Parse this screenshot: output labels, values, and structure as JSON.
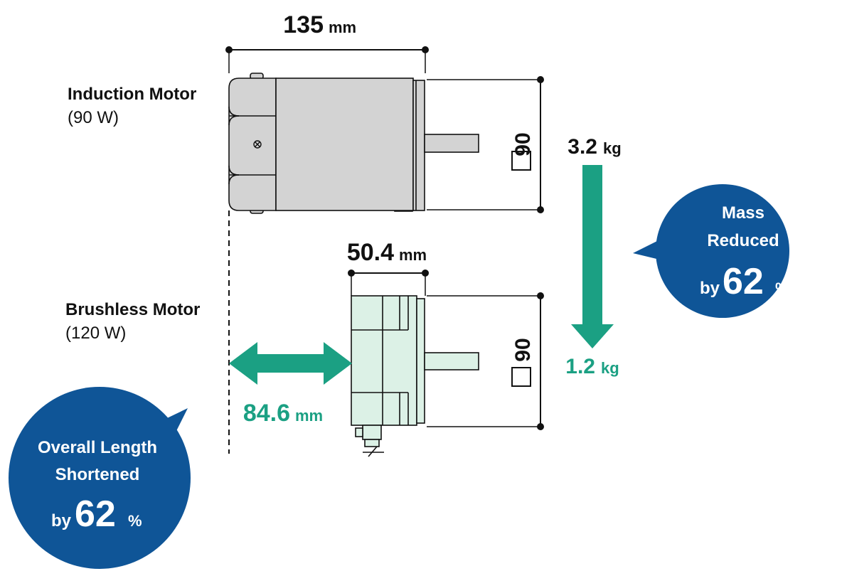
{
  "induction": {
    "name": "Induction Motor",
    "power": "(90 W)",
    "length_value": "135",
    "length_unit": "mm",
    "mass_value": "3.2",
    "mass_unit": "kg",
    "frame_size": "90"
  },
  "brushless": {
    "name": "Brushless Motor",
    "power": "(120 W)",
    "length_value": "50.4",
    "length_unit": "mm",
    "mass_value": "1.2",
    "mass_unit": "kg",
    "frame_size": "90"
  },
  "difference": {
    "value": "84.6",
    "unit": "mm"
  },
  "mass_callout": {
    "line1": "Mass",
    "line2": "Reduced",
    "prefix": "by",
    "percent": "62",
    "percent_sign": "%"
  },
  "length_callout": {
    "line1": "Overall Length",
    "line2": "Shortened",
    "prefix": "by",
    "percent": "62",
    "percent_sign": "%"
  },
  "colors": {
    "accent_green": "#1ba083",
    "callout_blue": "#0f5597",
    "induction_body": "#d3d3d3",
    "brushless_body": "#dcf1e6"
  }
}
